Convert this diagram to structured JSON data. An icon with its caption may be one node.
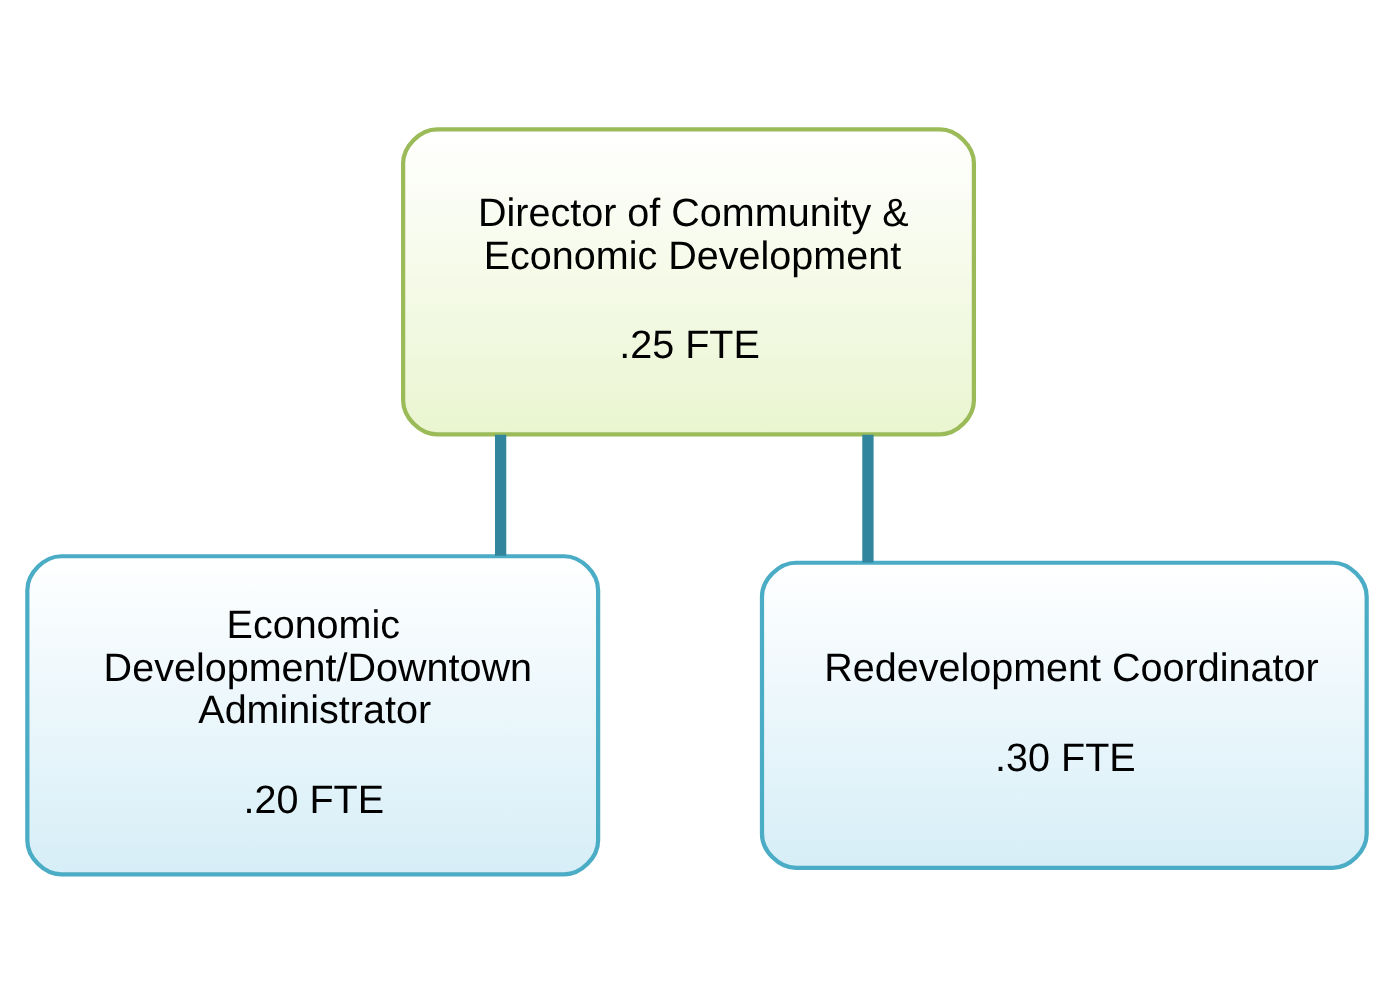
{
  "diagram": {
    "nodes": [
      {
        "text": [
          "Director of Community & Economic Development",
          ".25 FTE"
        ]
      },
      {
        "text": [
          "Economic Development/Downtown Administrator",
          ".20 FTE"
        ]
      },
      {
        "text": [
          "Redevelopment Coordinator",
          ".30 FTE"
        ]
      }
    ],
    "edges": [
      {
        "from": 0,
        "to": 1,
        "arrow": "none"
      },
      {
        "from": 0,
        "to": 2,
        "arrow": "none"
      }
    ]
  }
}
